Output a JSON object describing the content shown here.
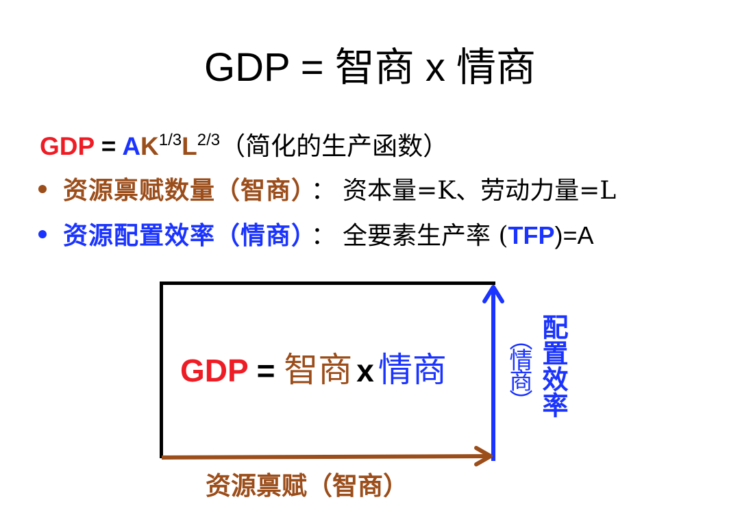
{
  "title": {
    "lhs": "GDP = ",
    "term1": "智商",
    "op": " x ",
    "term2": "情商"
  },
  "formula": {
    "gdp": "GDP",
    "equals": " = ",
    "a": "A",
    "k": "K",
    "k_exp": "1/3",
    "l": "L",
    "l_exp": "2/3",
    "note": "（简化的生产函数）"
  },
  "bullets": [
    {
      "label": "资源禀赋数量（智商）",
      "colon": "：",
      "detail": "资本量=K、劳动力量=L",
      "color": "#9b4d1a"
    },
    {
      "label": "资源配置效率（情商）",
      "colon": "：",
      "detail_prefix": "全要素生产率 (",
      "detail_highlight": "TFP",
      "detail_suffix": ")=A",
      "color": "#1a33ff"
    }
  ],
  "diagram": {
    "center": {
      "gdp": "GDP",
      "equals": " = ",
      "term1": "智商",
      "op": "x",
      "term2": "情商"
    },
    "vertical_axis": {
      "label": "配置效率",
      "paren_label": "（情商）",
      "color": "#1a33ff"
    },
    "horizontal_axis": {
      "label": "资源禀赋（智商）",
      "color": "#9b4d1a"
    }
  },
  "colors": {
    "red": "#ee1c25",
    "blue": "#1a33ff",
    "brown": "#9b4d1a",
    "black": "#000000"
  }
}
